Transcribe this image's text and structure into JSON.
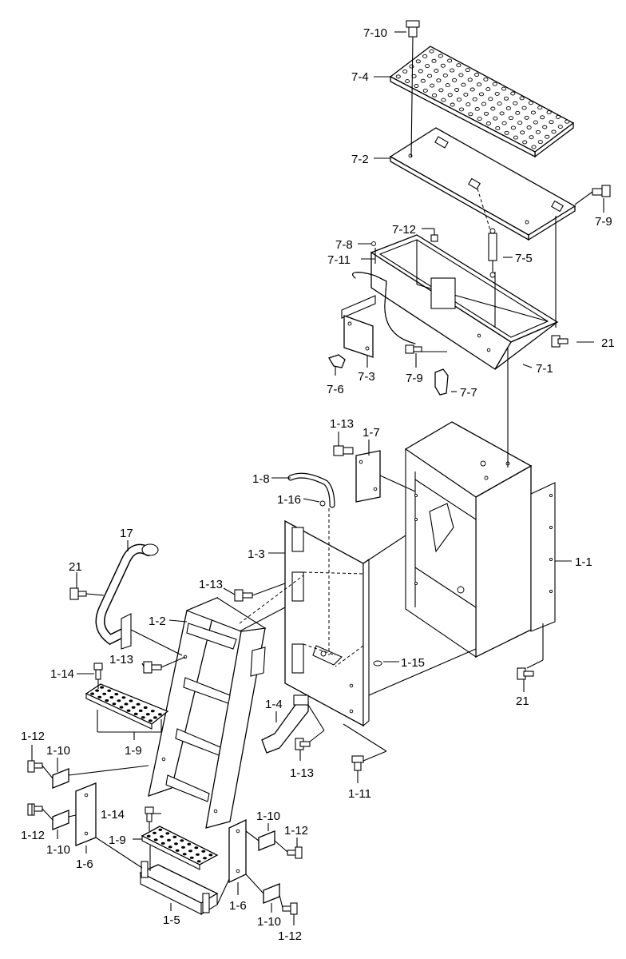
{
  "labels": {
    "l_7_10": "7-10",
    "l_7_4": "7-4",
    "l_7_2": "7-2",
    "l_7_9a": "7-9",
    "l_7_12": "7-12",
    "l_7_8": "7-8",
    "l_7_11": "7-11",
    "l_7_5": "7-5",
    "l_21a": "21",
    "l_7_1": "7-1",
    "l_7_6": "7-6",
    "l_7_3": "7-3",
    "l_7_9b": "7-9",
    "l_7_7": "7-7",
    "l_1_13a": "1-13",
    "l_1_7": "1-7",
    "l_1_8": "1-8",
    "l_1_16": "1-16",
    "l_1_3": "1-3",
    "l_1_1": "1-1",
    "l_17": "17",
    "l_21b": "21",
    "l_1_13b": "1-13",
    "l_1_2": "1-2",
    "l_1_13c": "1-13",
    "l_1_15": "1-15",
    "l_1_14a": "1-14",
    "l_21c": "21",
    "l_1_9a": "1-9",
    "l_1_4": "1-4",
    "l_1_13d": "1-13",
    "l_1_11": "1-11",
    "l_1_12a": "1-12",
    "l_1_10a": "1-10",
    "l_1_12b": "1-12",
    "l_1_10b": "1-10",
    "l_1_14b": "1-14",
    "l_1_10c": "1-10",
    "l_1_12c": "1-12",
    "l_1_9b": "1-9",
    "l_1_6a": "1-6",
    "l_1_6b": "1-6",
    "l_1_5": "1-5",
    "l_1_10d": "1-10",
    "l_1_12d": "1-12"
  }
}
